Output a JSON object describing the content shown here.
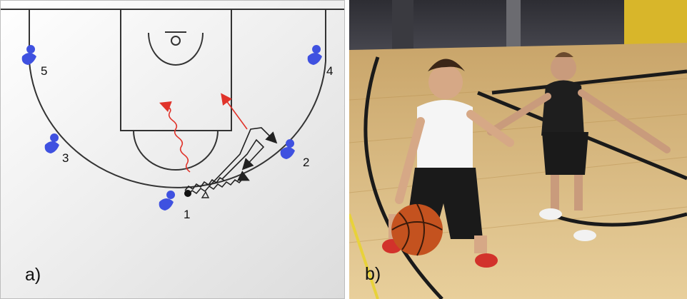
{
  "panel_a": {
    "label": "a)",
    "players": [
      {
        "number": "1"
      },
      {
        "number": "2"
      },
      {
        "number": "3"
      },
      {
        "number": "4"
      },
      {
        "number": "5"
      }
    ],
    "colors": {
      "player": "#3f51e0",
      "dribble_line": "#222222",
      "cut_line": "#e0332a",
      "court_line": "#333333"
    }
  },
  "panel_b": {
    "label": "b)",
    "description_icons": [
      "basketball-court-photo"
    ]
  }
}
